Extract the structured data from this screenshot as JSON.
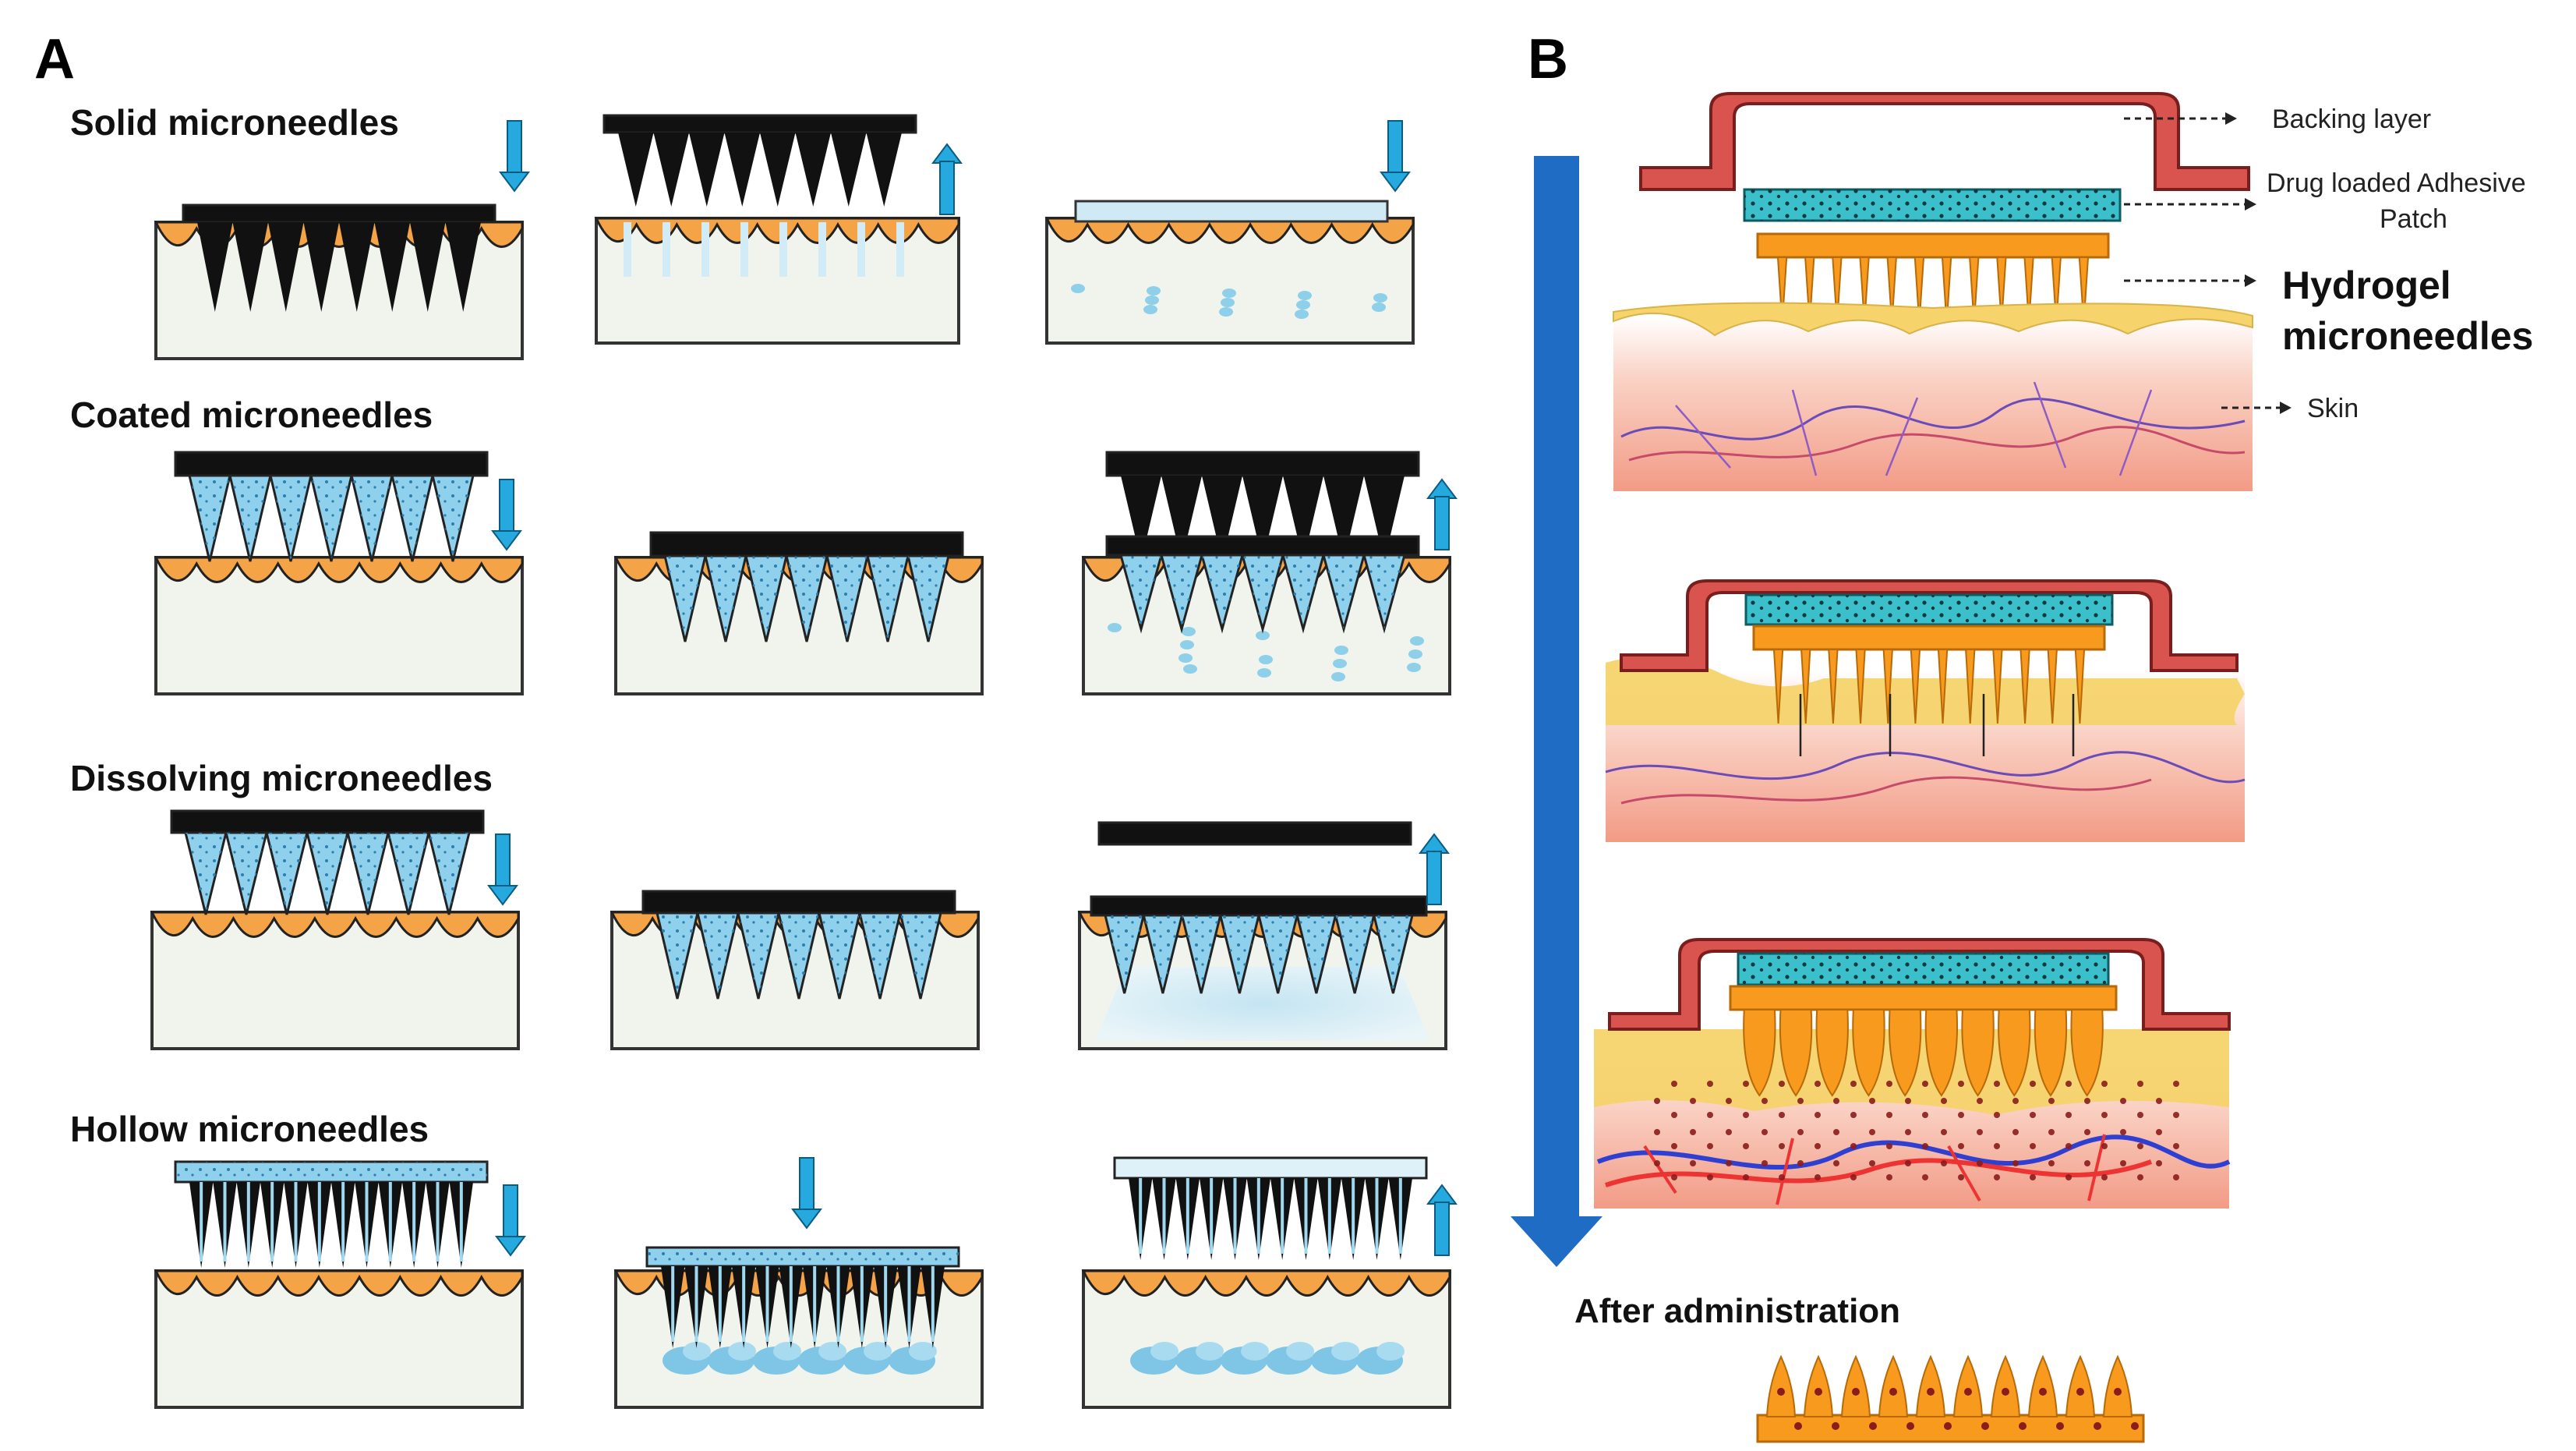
{
  "panels": {
    "a_label": "A",
    "b_label": "B"
  },
  "panel_a": {
    "rows": [
      {
        "key": "solid",
        "title": "Solid microneedles"
      },
      {
        "key": "coated",
        "title": "Coated microneedles"
      },
      {
        "key": "dissolving",
        "title": "Dissolving microneedles"
      },
      {
        "key": "hollow",
        "title": "Hollow microneedles"
      }
    ]
  },
  "panel_b": {
    "labels": {
      "backing": "Backing layer",
      "patch_line1": "Drug loaded Adhesive",
      "patch_line2": "Patch",
      "hydrogel_line1": "Hydrogel",
      "hydrogel_line2": "microneedles",
      "skin": "Skin",
      "after": "After administration"
    }
  },
  "colors": {
    "skin_orange": "#F5A347",
    "tissue": "#F1F4EC",
    "needle_black": "#111111",
    "drug_blue": "#8FD0EC",
    "arrow_blue": "#25A9DF",
    "process_arrow": "#1F6CC5",
    "backing_red": "#D9534F",
    "patch_teal": "#3BBFCB",
    "hydrogel_orange": "#F79A1E",
    "epidermis_yellow": "#F6D36B",
    "dermis_pink": "#F6B7A7"
  }
}
